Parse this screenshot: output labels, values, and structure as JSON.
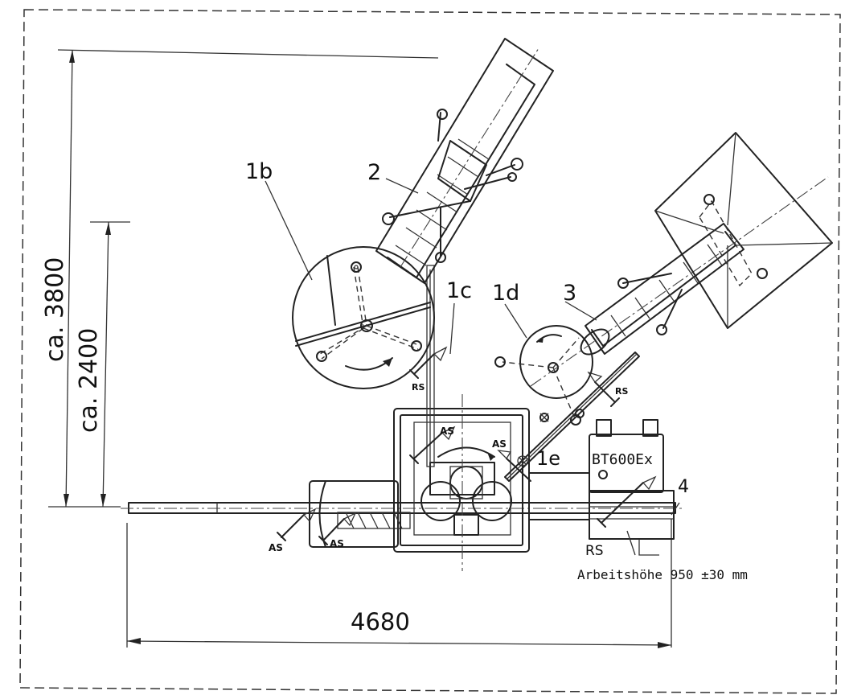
{
  "labels": {
    "station_1b": "1b",
    "station_1c": "1c",
    "station_1d": "1d",
    "station_1e": "1e",
    "conveyor_2": "2",
    "conveyor_3": "3",
    "item_4": "4",
    "control_unit": "BT600Ex",
    "as_1": "AS",
    "as_2": "AS",
    "as_3": "AS",
    "as_4": "AS",
    "rs_1": "RS",
    "rs_2": "RS",
    "rs_3": "RS",
    "work_height": "Arbeitshöhe 950 ±30 mm"
  },
  "dimensions": {
    "total_height": "ca. 3800",
    "partial_height": "ca. 2400",
    "total_width": "4680"
  }
}
